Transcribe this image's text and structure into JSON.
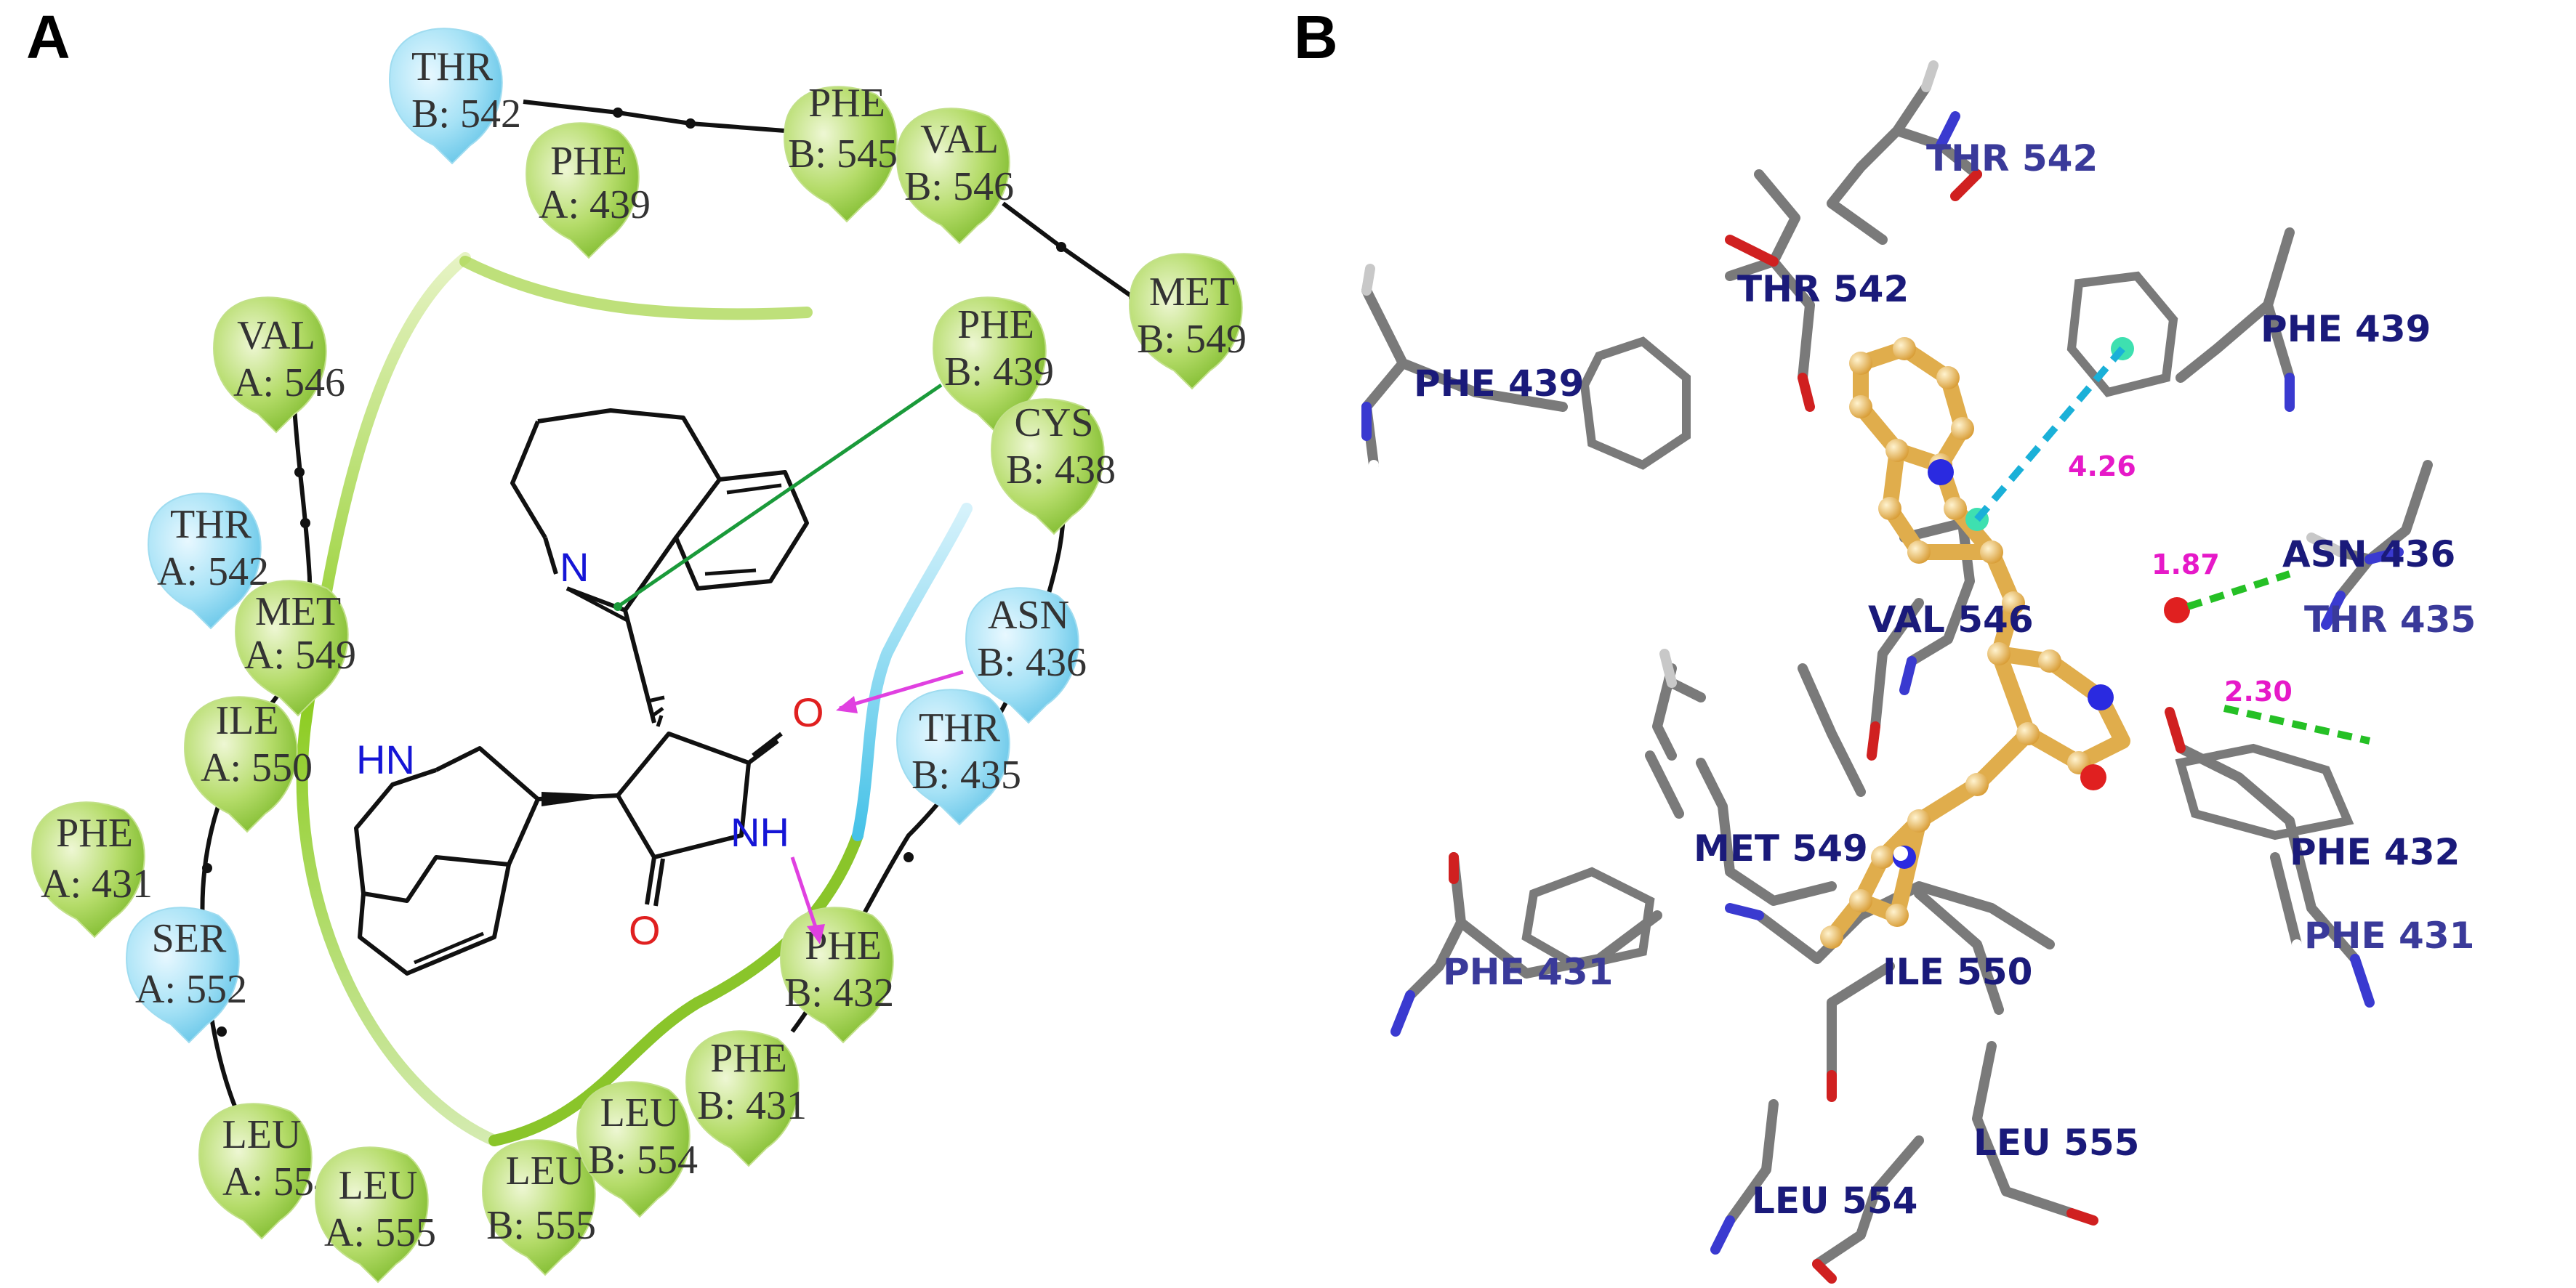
{
  "panels": {
    "a": {
      "label": "A",
      "residues": [
        {
          "name": "THR",
          "chain": "B:",
          "num": "542",
          "color": "cyan",
          "key": "a-thr542b"
        },
        {
          "name": "PHE",
          "chain": "A:",
          "num": "439",
          "color": "green",
          "key": "a-phe439a"
        },
        {
          "name": "PHE",
          "chain": "B:",
          "num": "545",
          "color": "green",
          "key": "a-phe545b"
        },
        {
          "name": "VAL",
          "chain": "B:",
          "num": "546",
          "color": "green",
          "key": "a-val546b"
        },
        {
          "name": "MET",
          "chain": "B:",
          "num": "549",
          "color": "green",
          "key": "a-met549b"
        },
        {
          "name": "VAL",
          "chain": "A:",
          "num": "546",
          "color": "green",
          "key": "a-val546a"
        },
        {
          "name": "PHE",
          "chain": "B:",
          "num": "439",
          "color": "green",
          "key": "a-phe439b"
        },
        {
          "name": "CYS",
          "chain": "B:",
          "num": "438",
          "color": "green",
          "key": "a-cys438b"
        },
        {
          "name": "THR",
          "chain": "A:",
          "num": "542",
          "color": "cyan",
          "key": "a-thr542a"
        },
        {
          "name": "MET",
          "chain": "A:",
          "num": "549",
          "color": "green",
          "key": "a-met549a"
        },
        {
          "name": "ASN",
          "chain": "B:",
          "num": "436",
          "color": "cyan",
          "key": "a-asn436b"
        },
        {
          "name": "ILE",
          "chain": "A:",
          "num": "550",
          "color": "green",
          "key": "a-ile550a"
        },
        {
          "name": "THR",
          "chain": "B:",
          "num": "435",
          "color": "cyan",
          "key": "a-thr435b"
        },
        {
          "name": "PHE",
          "chain": "A:",
          "num": "431",
          "color": "green",
          "key": "a-phe431a"
        },
        {
          "name": "SER",
          "chain": "A:",
          "num": "552",
          "color": "cyan",
          "key": "a-ser552a"
        },
        {
          "name": "PHE",
          "chain": "B:",
          "num": "432",
          "color": "green",
          "key": "a-phe432b"
        },
        {
          "name": "PHE",
          "chain": "B:",
          "num": "431",
          "color": "green",
          "key": "a-phe431b"
        },
        {
          "name": "LEU",
          "chain": "A:",
          "num": "554",
          "color": "green",
          "key": "a-leu554a"
        },
        {
          "name": "LEU",
          "chain": "A:",
          "num": "555",
          "color": "green",
          "key": "a-leu555a"
        },
        {
          "name": "LEU",
          "chain": "B:",
          "num": "555",
          "color": "green",
          "key": "a-leu555b"
        },
        {
          "name": "LEU",
          "chain": "B:",
          "num": "554",
          "color": "green",
          "key": "a-leu554b"
        }
      ],
      "atoms": {
        "n_ring": "N",
        "hn": "HN",
        "nh": "NH",
        "o_top": "O",
        "o_bottom": "O"
      }
    },
    "b": {
      "label": "B",
      "residues": [
        {
          "text": "THR  542",
          "shade": "light",
          "key": "b-thr542-top"
        },
        {
          "text": "THR  542",
          "shade": "dark",
          "key": "b-thr542"
        },
        {
          "text": "PHE  439",
          "shade": "dark",
          "key": "b-phe439-left"
        },
        {
          "text": "PHE  439",
          "shade": "dark",
          "key": "b-phe439-right"
        },
        {
          "text": "ASN  436",
          "shade": "dark",
          "key": "b-asn436"
        },
        {
          "text": "THR  435",
          "shade": "light",
          "key": "b-thr435"
        },
        {
          "text": "VAL  546",
          "shade": "dark",
          "key": "b-val546"
        },
        {
          "text": "MET  549",
          "shade": "dark",
          "key": "b-met549"
        },
        {
          "text": "PHE  432",
          "shade": "dark",
          "key": "b-phe432"
        },
        {
          "text": "PHE  431",
          "shade": "light",
          "key": "b-phe431-right"
        },
        {
          "text": "PHE  431",
          "shade": "light",
          "key": "b-phe431-left"
        },
        {
          "text": "ILE  550",
          "shade": "dark",
          "key": "b-ile550"
        },
        {
          "text": "LEU  555",
          "shade": "dark",
          "key": "b-leu555"
        },
        {
          "text": "LEU  554",
          "shade": "dark",
          "key": "b-leu554"
        }
      ],
      "distances": [
        "4.26",
        "1.87",
        "2.30"
      ]
    }
  },
  "colors": {
    "residue_green": "#8cc63f",
    "residue_cyan": "#7fd3ee",
    "label_dark": "#1a1a7a",
    "label_light": "#3a3a9a",
    "ligand": "#e8b95a",
    "distance": "#e619c8",
    "hbond_arrow": "#e040e0",
    "pi_line": "#1a9a3a"
  }
}
